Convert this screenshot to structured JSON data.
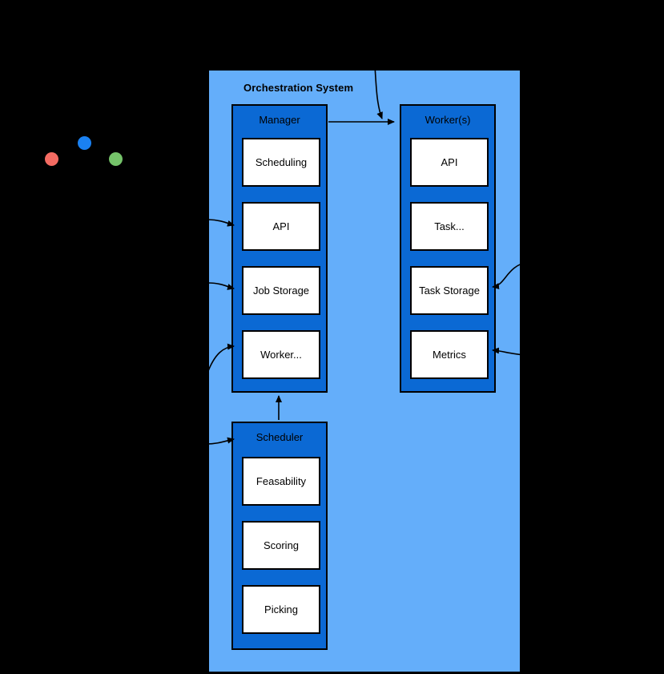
{
  "window": {
    "dots": [
      {
        "name": "close-dot",
        "color": "#f46b62"
      },
      {
        "name": "maximize-dot",
        "color": "#1a81f2"
      },
      {
        "name": "minimize-dot",
        "color": "#75c36a"
      }
    ]
  },
  "canvas": {
    "title": "Orchestration System",
    "background": "#64aefa",
    "column_color": "#0b69d4",
    "cell_color": "#ffffff",
    "stroke_color": "#000000"
  },
  "diagram": {
    "columns": [
      {
        "id": "manager",
        "title": "Manager",
        "cells": [
          {
            "label": "Scheduling"
          },
          {
            "label": "API"
          },
          {
            "label": "Job Storage"
          },
          {
            "label": "Worker..."
          }
        ]
      },
      {
        "id": "workers",
        "title": "Worker(s)",
        "cells": [
          {
            "label": "API"
          },
          {
            "label": "Task..."
          },
          {
            "label": "Task Storage"
          },
          {
            "label": "Metrics"
          }
        ]
      },
      {
        "id": "scheduler",
        "title": "Scheduler",
        "cells": [
          {
            "label": "Feasability"
          },
          {
            "label": "Scoring"
          },
          {
            "label": "Picking"
          }
        ]
      }
    ],
    "connections": [
      {
        "from": "external-top",
        "to": "workers"
      },
      {
        "from": "manager",
        "to": "workers"
      },
      {
        "from": "external-left",
        "to": "manager-api"
      },
      {
        "from": "external-left",
        "to": "manager-job-storage"
      },
      {
        "from": "external-left",
        "to": "manager-worker"
      },
      {
        "from": "external-left",
        "to": "scheduler"
      },
      {
        "from": "scheduler",
        "to": "manager"
      },
      {
        "from": "external-right",
        "to": "workers-task-storage"
      },
      {
        "from": "external-right",
        "to": "workers-metrics"
      }
    ]
  }
}
